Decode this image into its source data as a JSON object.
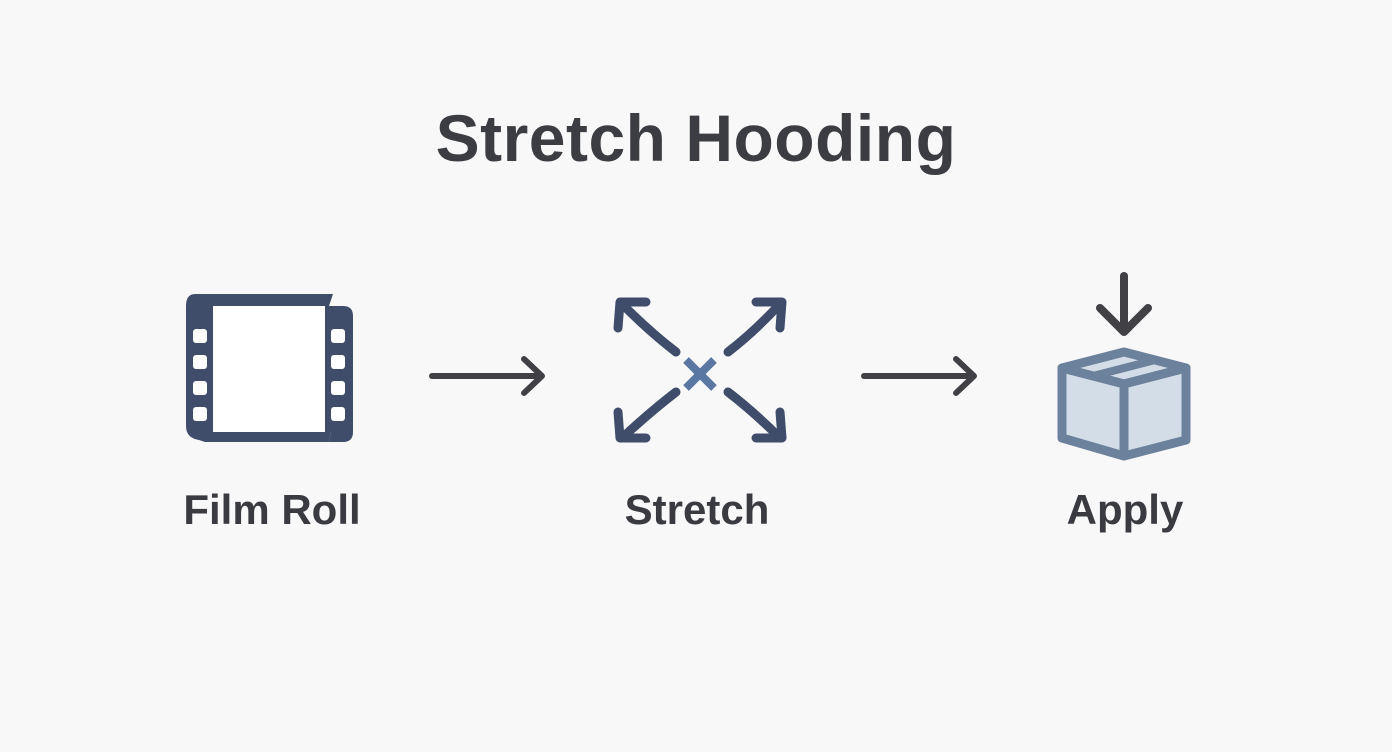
{
  "title": "Stretch Hooding",
  "steps": [
    {
      "label": "Film Roll",
      "icon": "film-roll-icon"
    },
    {
      "label": "Stretch",
      "icon": "stretch-arrows-icon"
    },
    {
      "label": "Apply",
      "icon": "box-with-down-arrow-icon"
    }
  ],
  "connectors": [
    {
      "icon": "arrow-right-icon"
    },
    {
      "icon": "arrow-right-icon"
    }
  ],
  "colors": {
    "background": "#f8f8f8",
    "text": "#3a3b40",
    "icon_dark": "#3f4d6b",
    "icon_accent": "#5a76a3",
    "box_stroke": "#6c819c",
    "box_fill": "#d3dde7",
    "arrow": "#404045"
  }
}
